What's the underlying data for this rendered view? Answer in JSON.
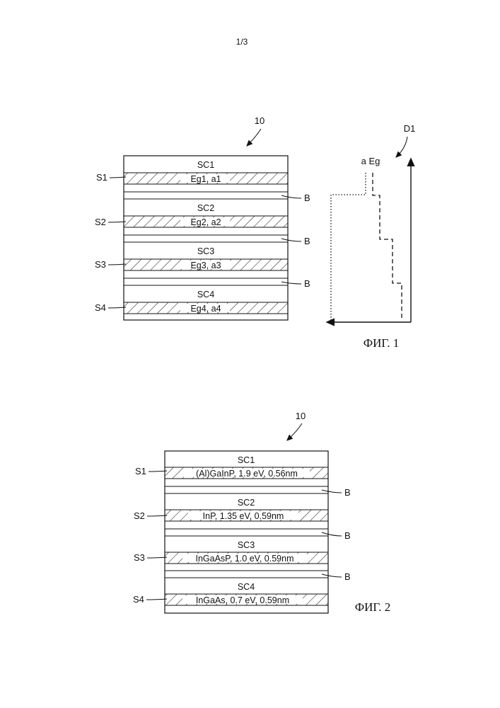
{
  "page_number": "1/3",
  "fig1": {
    "ref": "10",
    "caption": "ФИГ. 1",
    "axis_label": "a Eg",
    "direction_label": "D1",
    "layers": [
      {
        "cell": "SC1",
        "side": "S1",
        "text": "Eg1, a1"
      },
      {
        "cell": "SC2",
        "side": "S2",
        "text": "Eg2, a2"
      },
      {
        "cell": "SC3",
        "side": "S3",
        "text": "Eg3, a3"
      },
      {
        "cell": "SC4",
        "side": "S4",
        "text": "Eg4, a4"
      }
    ],
    "barrier_label": "B"
  },
  "fig2": {
    "ref": "10",
    "caption": "ФИГ. 2",
    "layers": [
      {
        "cell": "SC1",
        "side": "S1",
        "text": "(Al)GaInP, 1.9 eV, 0.56nm"
      },
      {
        "cell": "SC2",
        "side": "S2",
        "text": "InP, 1.35 eV, 0.59nm"
      },
      {
        "cell": "SC3",
        "side": "S3",
        "text": "InGaAsP, 1.0 eV, 0.59nm"
      },
      {
        "cell": "SC4",
        "side": "S4",
        "text": "InGaAs, 0.7 eV, 0.59nm"
      }
    ],
    "barrier_label": "B"
  }
}
